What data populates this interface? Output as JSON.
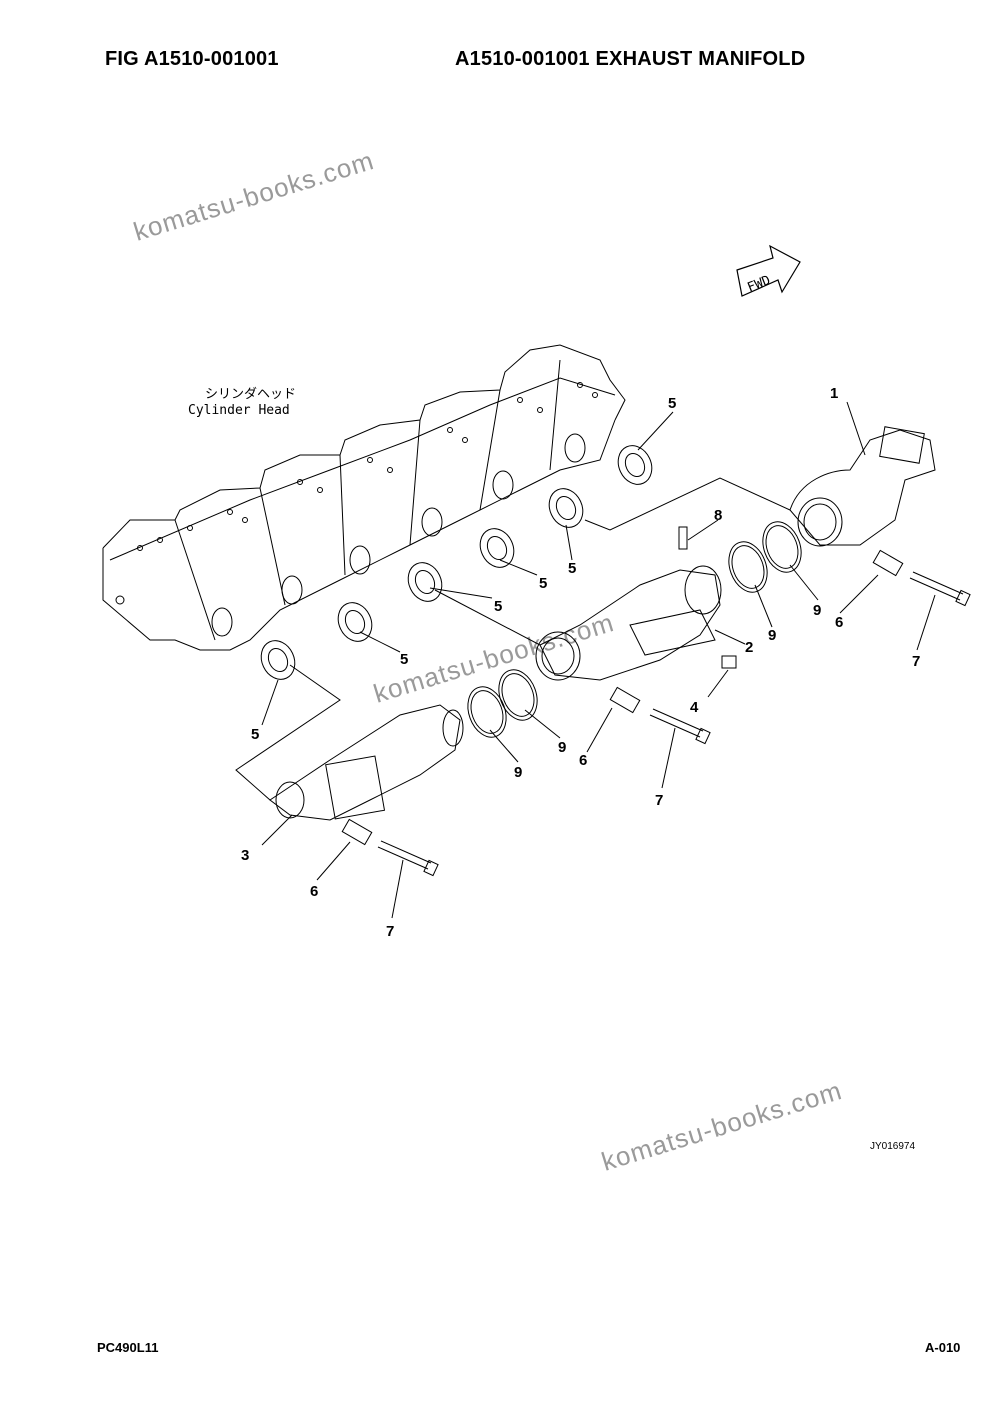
{
  "header": {
    "fig_label": "FIG    A1510-001001",
    "fig_title": "A1510-001001 EXHAUST MANIFOLD"
  },
  "watermark": {
    "text": "komatsu-books.com"
  },
  "diagram": {
    "fwd_label": "FWD",
    "annotation_jp": "シリンダヘッド",
    "annotation_en": "Cylinder Head",
    "callouts": [
      "1",
      "2",
      "3",
      "4",
      "5",
      "5",
      "5",
      "5",
      "5",
      "5",
      "6",
      "6",
      "6",
      "7",
      "7",
      "7",
      "8",
      "9",
      "9",
      "9",
      "9"
    ],
    "drawing_code": "JY016974"
  },
  "footer": {
    "model": "PC490L11",
    "page": "A-010"
  }
}
